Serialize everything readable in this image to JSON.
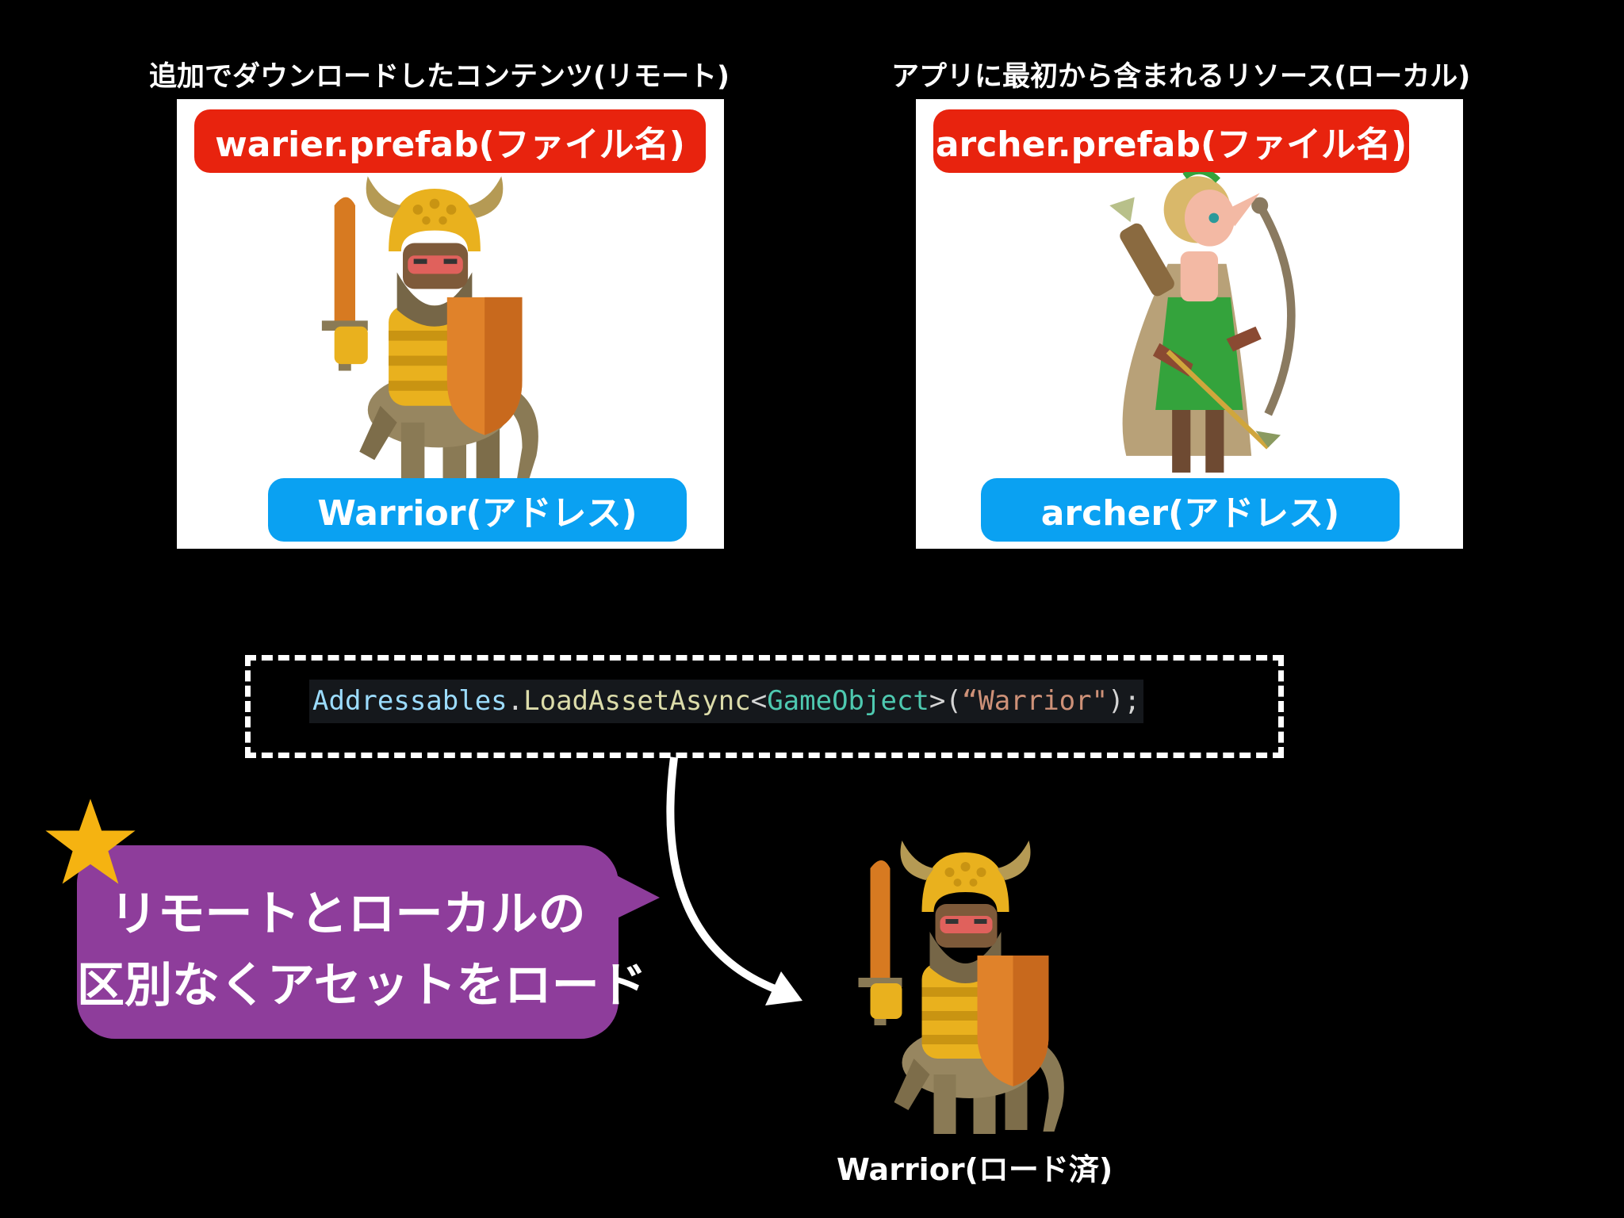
{
  "remote": {
    "caption": "追加でダウンロードしたコンテンツ(リモート)",
    "file_label": "warier.prefab(ファイル名)",
    "address_label": "Warrior(アドレス)",
    "character": "warrior-character"
  },
  "local": {
    "caption": "アプリに最初から含まれるリソース(ローカル)",
    "file_label": "archer.prefab(ファイル名)",
    "address_label": "archer(アドレス)",
    "character": "archer-character"
  },
  "code": {
    "class_name": "Addressables",
    "dot": ".",
    "method": "LoadAssetAsync",
    "lt": "<",
    "type_name": "GameObject",
    "gt": ">(",
    "argument": "“Warrior\"",
    "end": ");"
  },
  "callout": {
    "line1": "リモートとローカルの",
    "line2": "区別なくアセットをロード",
    "icon": "star-icon"
  },
  "result": {
    "label": "Warrior(ロード済)",
    "character": "warrior-character"
  },
  "colors": {
    "file_pill": "#e8230e",
    "address_pill": "#0aa1f2",
    "callout": "#8e3d9b",
    "star": "#f5b311",
    "code_class": "#9cdcfe",
    "code_method": "#dcdcaa",
    "code_type": "#4ec9b0",
    "code_string": "#ce9178",
    "code_punct": "#d4d4d4"
  }
}
